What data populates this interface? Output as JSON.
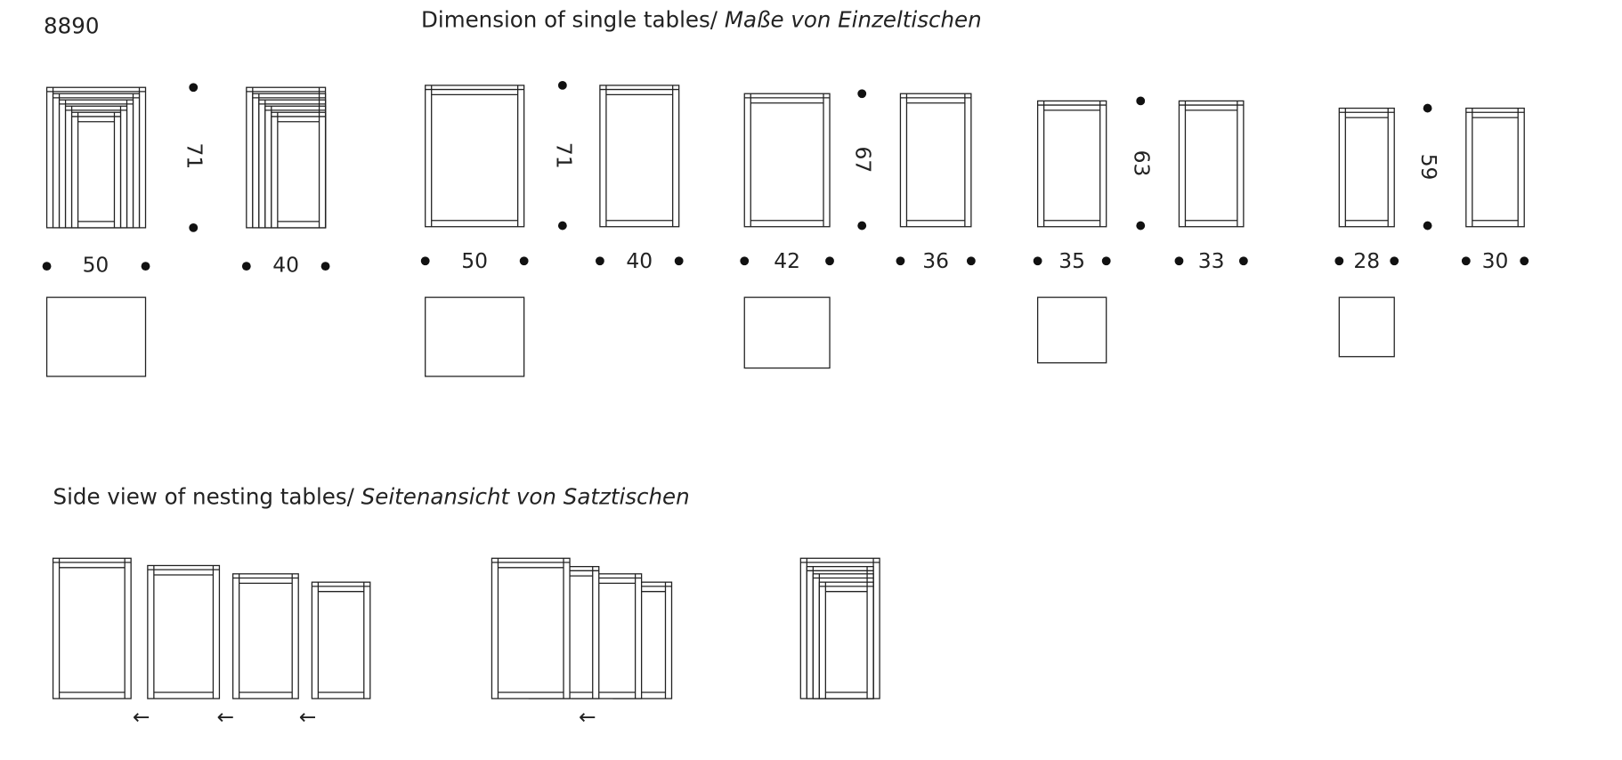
{
  "header": {
    "model_number": "8890",
    "single_title": "Dimension of single tables/ ",
    "single_title_de": "Maße von Einzeltischen",
    "nesting_title": "Side view of nesting tables/ ",
    "nesting_title_de": "Seitenansicht von Satztischen"
  },
  "set": {
    "height": "71",
    "width": "50",
    "depth": "40"
  },
  "tables": [
    {
      "height": "71",
      "width": "50",
      "depth": "40"
    },
    {
      "height": "67",
      "width": "42",
      "depth": "36"
    },
    {
      "height": "63",
      "width": "35",
      "depth": "33"
    },
    {
      "height": "59",
      "width": "28",
      "depth": "30"
    }
  ],
  "arrow_glyph": "←"
}
